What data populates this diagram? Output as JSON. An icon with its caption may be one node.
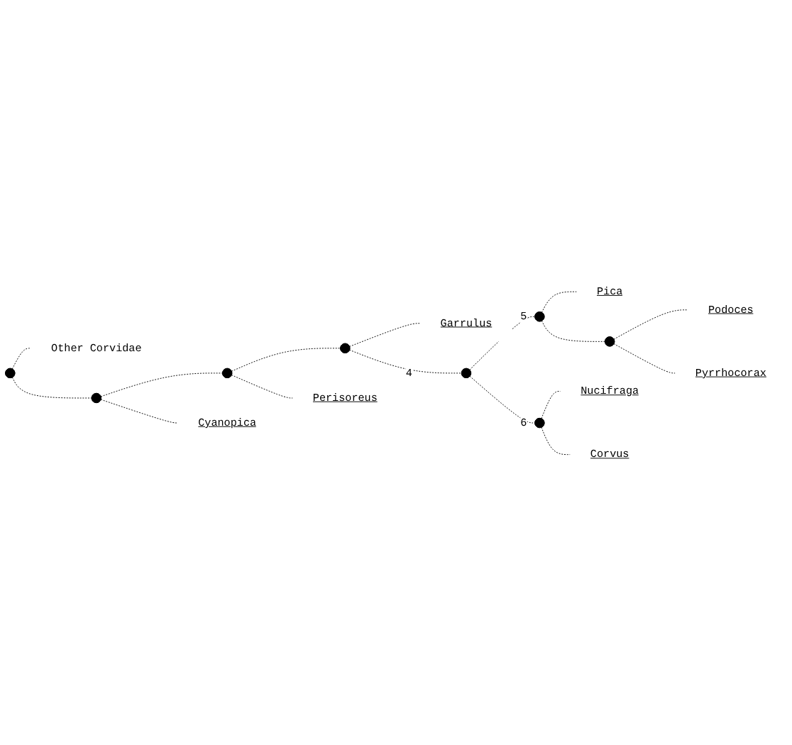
{
  "diagram": {
    "nodes": [
      {
        "text": [],
        "shape": "point"
      },
      {
        "text": [
          "Other Corvidae"
        ]
      },
      {
        "text": [],
        "shape": "point"
      },
      {
        "text": [],
        "shape": "point"
      },
      {
        "text": [],
        "shape": "point"
      },
      {
        "text": [
          "Garrulus"
        ]
      },
      {
        "text": [],
        "shape": "point"
      },
      {
        "text": [],
        "shape": "point"
      },
      {
        "text": [
          "Pica"
        ]
      },
      {
        "text": [],
        "shape": "point"
      },
      {
        "text": [
          "Podoces"
        ]
      },
      {
        "text": [
          "Pyrrhocorax"
        ]
      },
      {
        "text": [],
        "shape": "point"
      },
      {
        "text": [
          "Nucifraga"
        ]
      },
      {
        "text": [
          "Corvus"
        ]
      },
      {
        "text": [
          "Perisoreus"
        ]
      },
      {
        "text": [
          "Cyanopica"
        ]
      }
    ],
    "edges": [
      {
        "from": 0,
        "to": 1,
        "arrow": "none",
        "style": "dashed"
      },
      {
        "from": 0,
        "to": 2,
        "arrow": "none",
        "style": "dashed"
      },
      {
        "from": 2,
        "to": 3,
        "arrow": "none",
        "style": "dashed"
      },
      {
        "from": 3,
        "to": 4,
        "arrow": "none",
        "style": "dashed"
      },
      {
        "from": 4,
        "to": 5,
        "arrow": "none",
        "style": "dashed"
      },
      {
        "from": 4,
        "to": 6,
        "label": "4",
        "arrow": "none",
        "style": "dashed"
      },
      {
        "from": 6,
        "to": 7,
        "label": "5",
        "arrow": "none",
        "style": "dashed"
      },
      {
        "from": 7,
        "to": 8,
        "arrow": "none",
        "style": "dashed"
      },
      {
        "from": 7,
        "to": 9,
        "arrow": "none",
        "style": "dashed"
      },
      {
        "from": 9,
        "to": 10,
        "arrow": "none",
        "style": "dashed"
      },
      {
        "from": 9,
        "to": 11,
        "arrow": "none",
        "style": "dashed"
      },
      {
        "from": 6,
        "to": 12,
        "label": "6",
        "arrow": "none",
        "style": "dashed"
      },
      {
        "from": 12,
        "to": 13,
        "arrow": "none",
        "style": "dashed"
      },
      {
        "from": 12,
        "to": 14,
        "arrow": "none",
        "style": "dashed"
      },
      {
        "from": 3,
        "to": 15,
        "arrow": "none",
        "style": "dashed"
      },
      {
        "from": 2,
        "to": 16,
        "arrow": "none",
        "style": "dashed"
      }
    ]
  }
}
